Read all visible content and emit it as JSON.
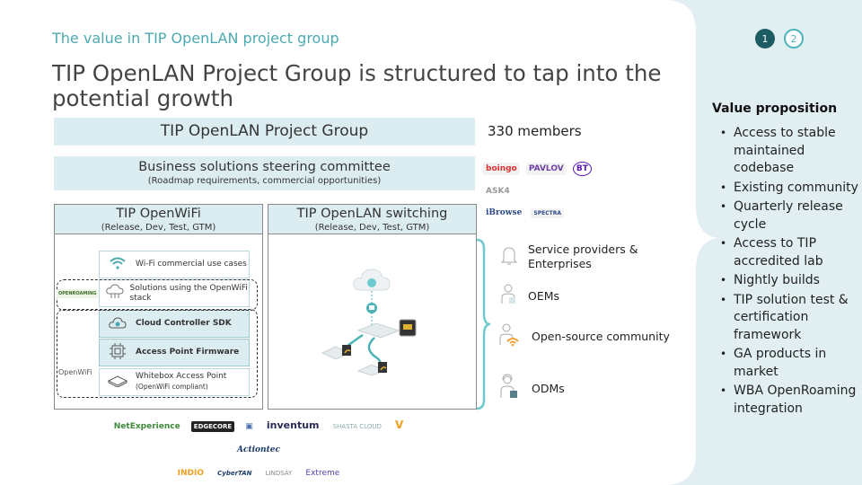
{
  "header": {
    "subtitle": "The value in TIP OpenLAN project group",
    "title": "TIP OpenLAN Project Group is structured to tap into the potential growth"
  },
  "pager": {
    "pages": [
      "1",
      "2"
    ],
    "active": "1"
  },
  "colors": {
    "accent": "#4baab0",
    "dark_teal": "#1d5c63",
    "panel_bg": "#e1eff3",
    "bar_bg": "#dcedf1"
  },
  "structure": {
    "project_group": "TIP OpenLAN Project Group",
    "members": "330 members",
    "steering": {
      "title": "Business solutions steering committee",
      "subtitle": "(Roadmap requirements, commercial opportunities)"
    },
    "member_logos": [
      "boingo",
      "PAVLOV",
      "BT",
      "ASK4",
      "iBrowse",
      "SPECTRA"
    ],
    "openwifi": {
      "title": "TIP OpenWiFi",
      "subtitle": "(Release, Dev, Test, GTM)",
      "stack": [
        {
          "icon": "wifi-icon",
          "label": "Wi-Fi commercial use cases"
        },
        {
          "icon": "cloud-network-icon",
          "label": "Solutions using the OpenWiFi stack"
        },
        {
          "icon": "cloud-gear-icon",
          "label": "Cloud Controller SDK"
        },
        {
          "icon": "chip-icon",
          "label": "Access Point Firmware"
        },
        {
          "icon": "access-point-icon",
          "label": "Whitebox Access Point",
          "sublabel": "(OpenWiFi compliant)"
        }
      ],
      "badges": {
        "openroaming": "OPENROAMING",
        "openwifi": "OpenWiFi"
      }
    },
    "switching": {
      "title": "TIP OpenLAN switching",
      "subtitle": "(Release, Dev, Test, GTM)"
    }
  },
  "stakeholders": [
    {
      "icon": "bell-icon",
      "label": "Service providers & Enterprises"
    },
    {
      "icon": "person-icon",
      "label": "OEMs"
    },
    {
      "icon": "person-wifi-icon",
      "label": "Open-source community"
    },
    {
      "icon": "headset-person-icon",
      "label": "ODMs"
    }
  ],
  "vendor_logos": [
    "NetExperience",
    "EDGECORE",
    "▣",
    "inventum",
    "SHASTA CLOUD",
    "V",
    "Actiontec",
    "INDIO",
    "CyberTAN",
    "LINDSAY",
    "Extreme"
  ],
  "value_proposition": {
    "title": "Value proposition",
    "items": [
      "Access to stable maintained codebase",
      "Existing community",
      "Quarterly release cycle",
      "Access to TIP accredited lab",
      "Nightly builds",
      "TIP solution test & certification framework",
      "GA products in market",
      "WBA OpenRoaming integration"
    ]
  }
}
